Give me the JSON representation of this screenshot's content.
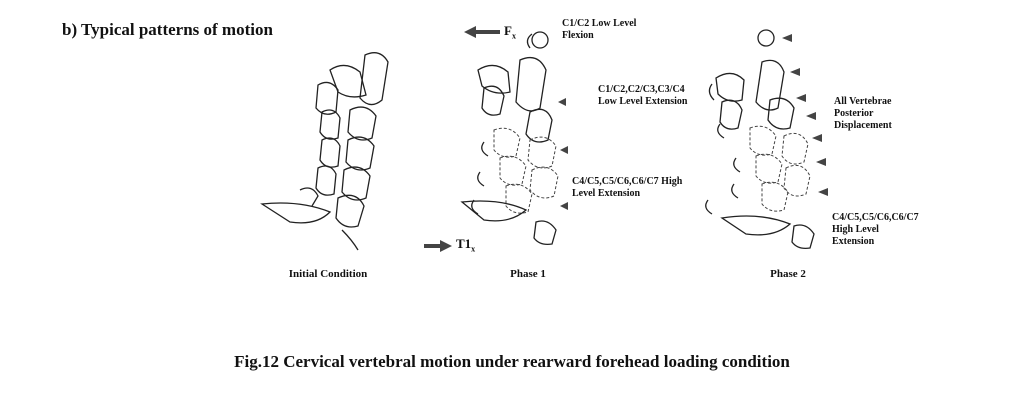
{
  "figure": {
    "heading": "b) Typical patterns of motion",
    "caption": "Fig.12 Cervical vertebral motion under rearward forehead loading condition"
  },
  "panels": {
    "initial": {
      "label": "Initial Condition"
    },
    "phase1": {
      "label": "Phase 1",
      "force_top_main": "F",
      "force_top_sub": "x",
      "force_bottom_main": "T1",
      "force_bottom_sub": "x",
      "note_top": "C1/C2 Low Level\nFlexion",
      "note_bottom": "C4/C5,C5/C6,C6/C7 High\nLevel Extension"
    },
    "phase2": {
      "label": "Phase 2",
      "note_top_left": "C1/C2,C2/C3,C3/C4\nLow Level Extension",
      "note_right": "All Vertebrae\nPosterior\nDisplacement",
      "note_bottom": "C4/C5,C5/C6,C6/C7\nHigh Level\nExtension"
    }
  }
}
